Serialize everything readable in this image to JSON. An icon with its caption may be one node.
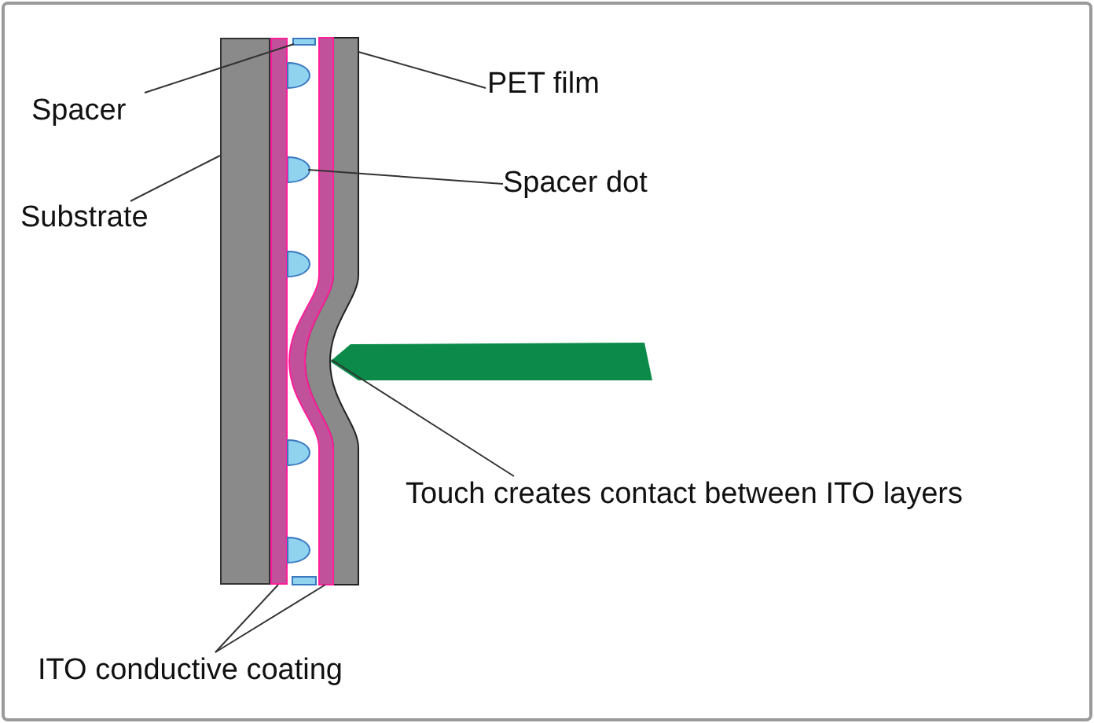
{
  "diagram": {
    "nodes": [
      {
        "text": [
          "Spacer"
        ]
      },
      {
        "text": [
          "Substrate"
        ]
      },
      {
        "text": [
          "PET film"
        ]
      },
      {
        "text": [
          "Spacer dot"
        ]
      },
      {
        "text": [
          "Touch creates contact between ITO layers"
        ]
      },
      {
        "text": [
          "ITO conductive coating"
        ]
      },
      {
        "text": [],
        "shape": "box"
      },
      {
        "text": [],
        "shape": "bar"
      },
      {
        "text": [],
        "shape": "bar"
      },
      {
        "text": [],
        "shape": "circle"
      },
      {
        "text": [],
        "shape": "bar"
      },
      {
        "text": [],
        "shape": "bar"
      },
      {
        "text": [],
        "shape": "bar"
      }
    ],
    "edges": [
      {
        "from": 0,
        "to": 6,
        "arrow": "none"
      },
      {
        "from": 1,
        "to": 7,
        "arrow": "none"
      },
      {
        "from": 2,
        "to": 8,
        "arrow": "none"
      },
      {
        "from": 3,
        "to": 9,
        "arrow": "none"
      },
      {
        "from": 4,
        "to": 10,
        "arrow": "none"
      },
      {
        "from": 5,
        "to": 11,
        "arrow": "none"
      },
      {
        "from": 5,
        "to": 12,
        "arrow": "none"
      }
    ]
  }
}
